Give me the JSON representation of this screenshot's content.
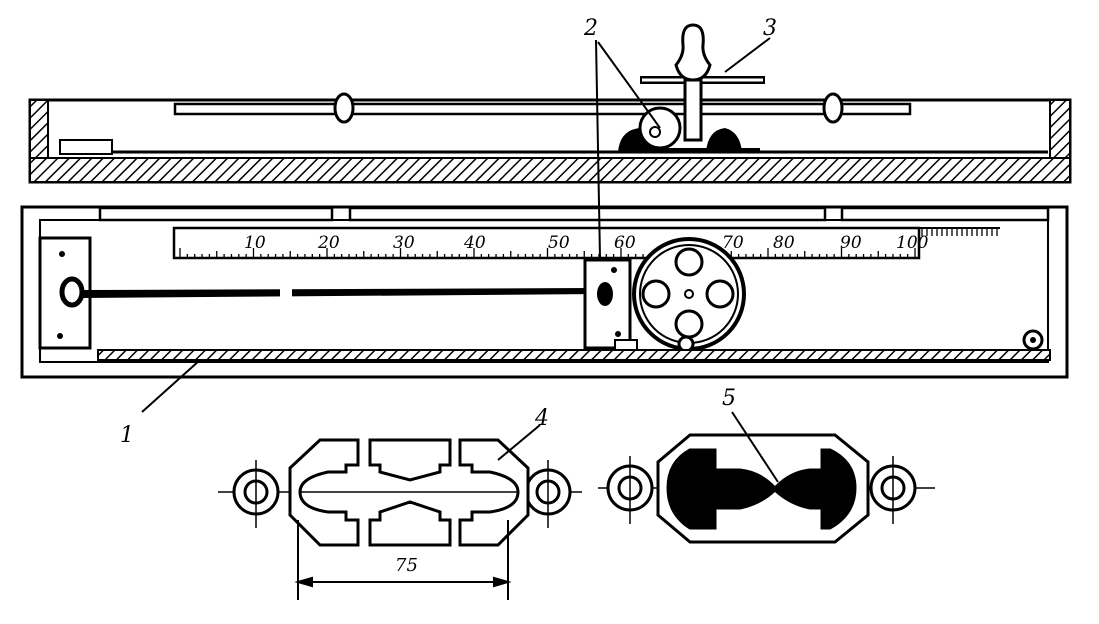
{
  "colors": {
    "ink": "#000000",
    "paper": "#ffffff"
  },
  "callouts": [
    {
      "id": "1",
      "text": "1"
    },
    {
      "id": "2",
      "text": "2"
    },
    {
      "id": "3",
      "text": "3"
    },
    {
      "id": "4",
      "text": "4"
    },
    {
      "id": "5",
      "text": "5"
    }
  ],
  "scale": {
    "labels": [
      "10",
      "20",
      "30",
      "40",
      "50",
      "60",
      "70",
      "80",
      "90",
      "100"
    ]
  },
  "dimension": {
    "value": "75"
  }
}
